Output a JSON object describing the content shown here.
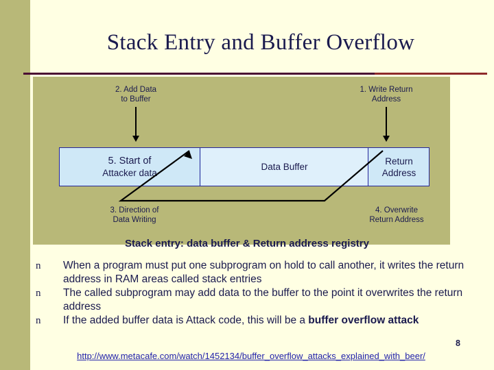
{
  "slide": {
    "title": "Stack Entry and Buffer Overflow",
    "page_number": "8"
  },
  "diagram": {
    "label_write_return": "1. Write Return\nAddress",
    "label_add_data": "2. Add Data\nto Buffer",
    "label_direction": "3. Direction of\nData Writing",
    "label_overwrite": "4. Overwrite\nReturn Address",
    "cell_attacker_line1": "5. Start of",
    "cell_attacker_line2": "Attacker data",
    "cell_buffer": "Data Buffer",
    "cell_return_line1": "Return",
    "cell_return_line2": "Address"
  },
  "caption": "Stack entry: data buffer & Return address registry",
  "bullets": [
    {
      "marker": "n",
      "text": "When a program must put one subprogram on hold to call another, it writes the return address in RAM areas called stack entries"
    },
    {
      "marker": "n",
      "text": "The called subprogram may add data to the buffer to the point it overwrites the return address"
    },
    {
      "marker": "n",
      "text_pre": "If the added buffer data is Attack code, this will be a ",
      "text_bold": "buffer overflow attack"
    }
  ],
  "footer": {
    "link": "http://www.metacafe.com/watch/1452134/buffer_overflow_attacks_explained_with_beer/"
  },
  "colors": {
    "band": "#b8b878",
    "title": "#1a1a4e",
    "rule_dark": "#4a0a33",
    "rule_red": "#8e2a2a",
    "cell_fill": "#cfe8f7",
    "link": "#2222aa"
  }
}
